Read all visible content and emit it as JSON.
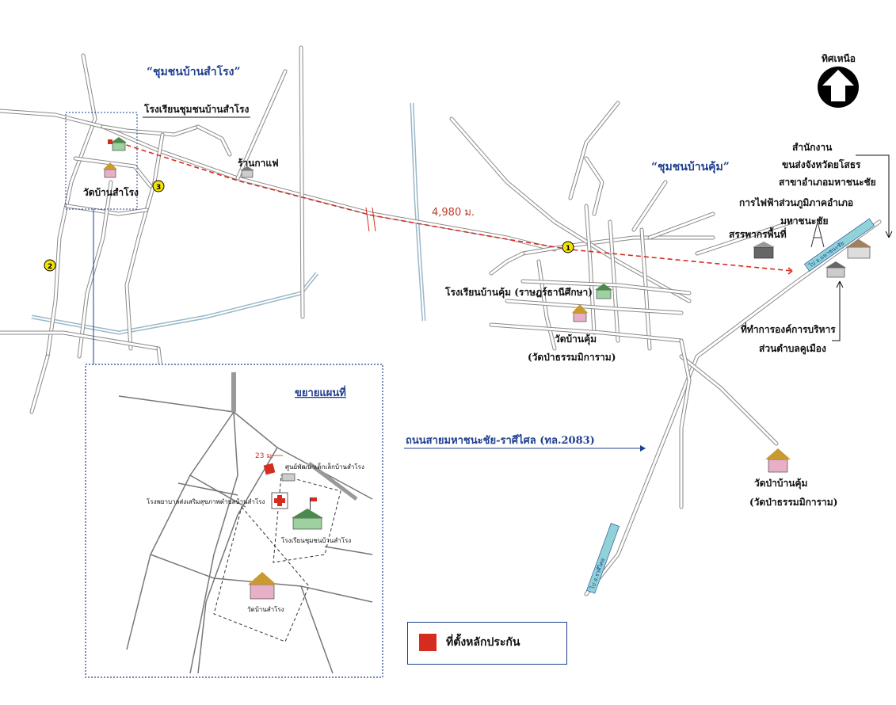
{
  "labels": {
    "community_samrong": "“ชุมชนบ้านสำโรง”",
    "community_khum": "“ชุมชนบ้านคุ้ม”",
    "school_samrong": "โรงเรียนชุมชนบ้านสำโรง",
    "cafe": "ร้านกาแฟ",
    "wat_samrong": "วัดบ้านสำโรง",
    "distance": "4,980 ม.",
    "north": "ทิศเหนือ",
    "post_office_1": "สำนักงาน",
    "post_office_2": "ขนส่งจังหวัดยโสธร",
    "post_office_3": "สาขาอำเภอมหาชนะชัย",
    "electricity_1": "การไฟฟ้าส่วนภูมิภาคอำเภอ",
    "electricity_2": "มหาชนะชัย",
    "agriculture": "สรรพากรพื้นที่",
    "school_khum": "โรงเรียนบ้านคุ้ม (ราษฎร์ธานีศึกษา)",
    "wat_khum_1": "วัดบ้านคุ้ม",
    "wat_khum_2": "(วัดป่าธรรมมิการาม)",
    "tao_1": "ที่ทำการองค์การบริหาร",
    "tao_2": "ส่วนตำบลคูเมือง",
    "road_name": "ถนนสายมหาชนะชัย-ราศีไศล (ทล.2083)",
    "wat_pa_khum_1": "วัดป่าบ้านคุ้ม",
    "wat_pa_khum_2": "(วัดป่าธรรมมิการาม)",
    "inset_title": "ขยายแผนที่",
    "inset_distance": "23 ม.",
    "inset_center": "ศูนย์พัฒนาเด็กเล็กบ้านสำโรง",
    "inset_health": "โรงพยาบาลส่งเสริมสุขภาพตำบลบ้านสำโรง",
    "inset_school": "โรงเรียนชุมชนบ้านสำโรง",
    "inset_wat": "วัดบ้านสำโรง",
    "road_sign_1": "ไป อ.มหาชนะชัย",
    "road_sign_2": "ไป อ.ราศีไศล",
    "marker_1": "1",
    "marker_2": "2",
    "marker_3": "3"
  },
  "legend": {
    "label": "ที่ตั้งหลักประกัน"
  },
  "colors": {
    "road": "#8a8a8a",
    "river": "#9bb8c8",
    "route": "#d62b1f",
    "label_blue": "#1f3f8f",
    "marker_yellow": "#f5e400",
    "legend_red": "#d62b1f"
  }
}
